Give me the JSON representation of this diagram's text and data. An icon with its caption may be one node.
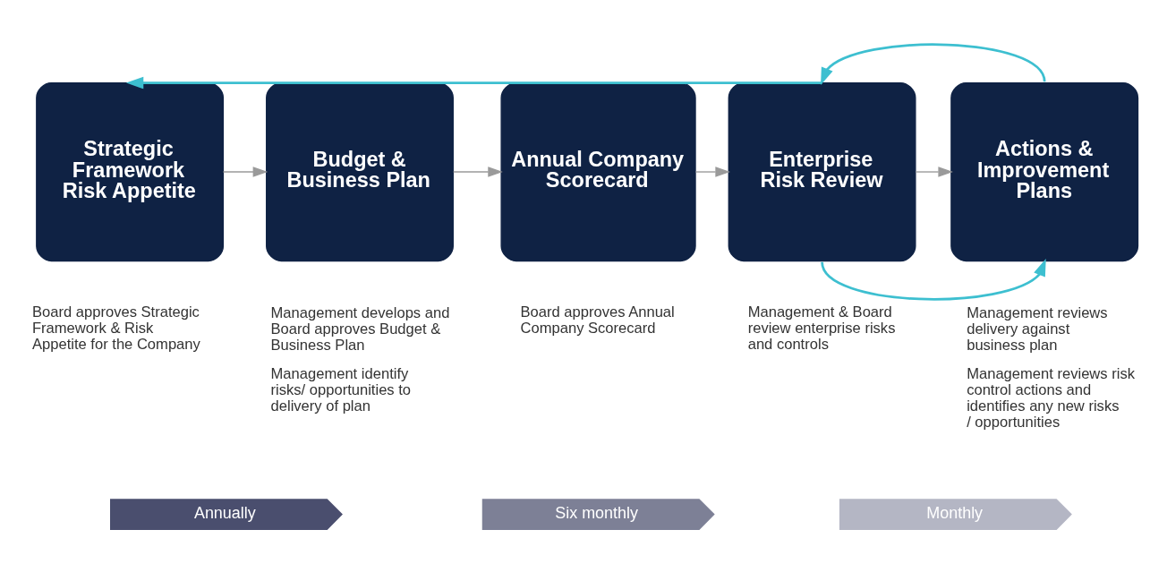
{
  "diagram": {
    "nodes": [
      {
        "text": [
          "Strategic Framework",
          "Risk Appetite"
        ],
        "beside": [
          "Board approves Strategic Framework & Risk Appetite for the Company"
        ]
      },
      {
        "text": [
          "Budget & Business Plan"
        ],
        "beside": [
          "Management develops and Board approves Budget & Business Plan",
          "Management identify risks/ opportunities to delivery of plan"
        ]
      },
      {
        "text": [
          "Annual Company Scorecard"
        ],
        "beside": [
          "Board approves Annual Company Scorecard"
        ]
      },
      {
        "text": [
          "Enterprise Risk Review"
        ],
        "beside": [
          "Management & Board review enterprise risks and controls"
        ]
      },
      {
        "text": [
          "Actions & Improvement Plans"
        ],
        "beside": [
          "Management reviews delivery against business plan",
          "Management reviews risk control actions and identifies any new risks / opportunities"
        ]
      },
      {
        "text": [
          "Annually"
        ]
      },
      {
        "text": [
          "Six monthly"
        ]
      },
      {
        "text": [
          "Monthly"
        ]
      }
    ],
    "edges": [
      {
        "from": 0,
        "to": 1,
        "arrow": "to"
      },
      {
        "from": 1,
        "to": 2,
        "arrow": "to"
      },
      {
        "from": 2,
        "to": 3,
        "arrow": "to"
      },
      {
        "from": 3,
        "to": 4,
        "arrow": "to"
      },
      {
        "from": 3,
        "to": 0,
        "arrow": "to",
        "color": "#3dbfd0"
      },
      {
        "from": 4,
        "to": 3,
        "arrow": "to",
        "color": "#3dbfd0"
      },
      {
        "from": 3,
        "to": 4,
        "arrow": "to",
        "color": "#3dbfd0"
      }
    ]
  }
}
